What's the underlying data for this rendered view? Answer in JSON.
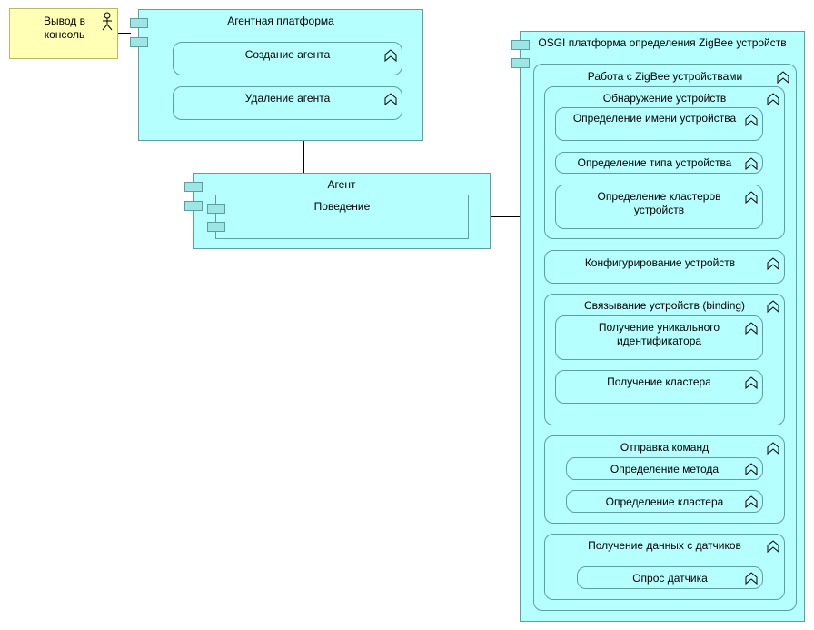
{
  "actor": {
    "label": "Вывод в консоль"
  },
  "platform": {
    "title": "Агентная платформа",
    "functions": [
      "Создание агента",
      "Удаление агента"
    ]
  },
  "agent": {
    "title": "Агент",
    "behavior": "Поведение"
  },
  "osgi": {
    "title": "OSGI платформа определения ZigBee устройств",
    "work": {
      "title": "Работа с ZigBee устройствами",
      "discovery": {
        "title": "Обнаружение устройств",
        "items": [
          "Определение имени устройства",
          "Определение типа устройства",
          "Определение кластеров устройств"
        ]
      },
      "config": {
        "title": "Конфигурирование устройств"
      },
      "binding": {
        "title": "Связывание устройств (binding)",
        "items": [
          "Получение уникального идентификатора",
          "Получение кластера"
        ]
      },
      "commands": {
        "title": "Отправка команд",
        "items": [
          "Определение метода",
          "Определение кластера"
        ]
      },
      "sensors": {
        "title": "Получение данных с датчиков",
        "items": [
          "Опрос датчика"
        ]
      }
    }
  },
  "colors": {
    "component": "#b5ffff",
    "border": "#5f9ea0",
    "actor": "#ffffb5"
  }
}
